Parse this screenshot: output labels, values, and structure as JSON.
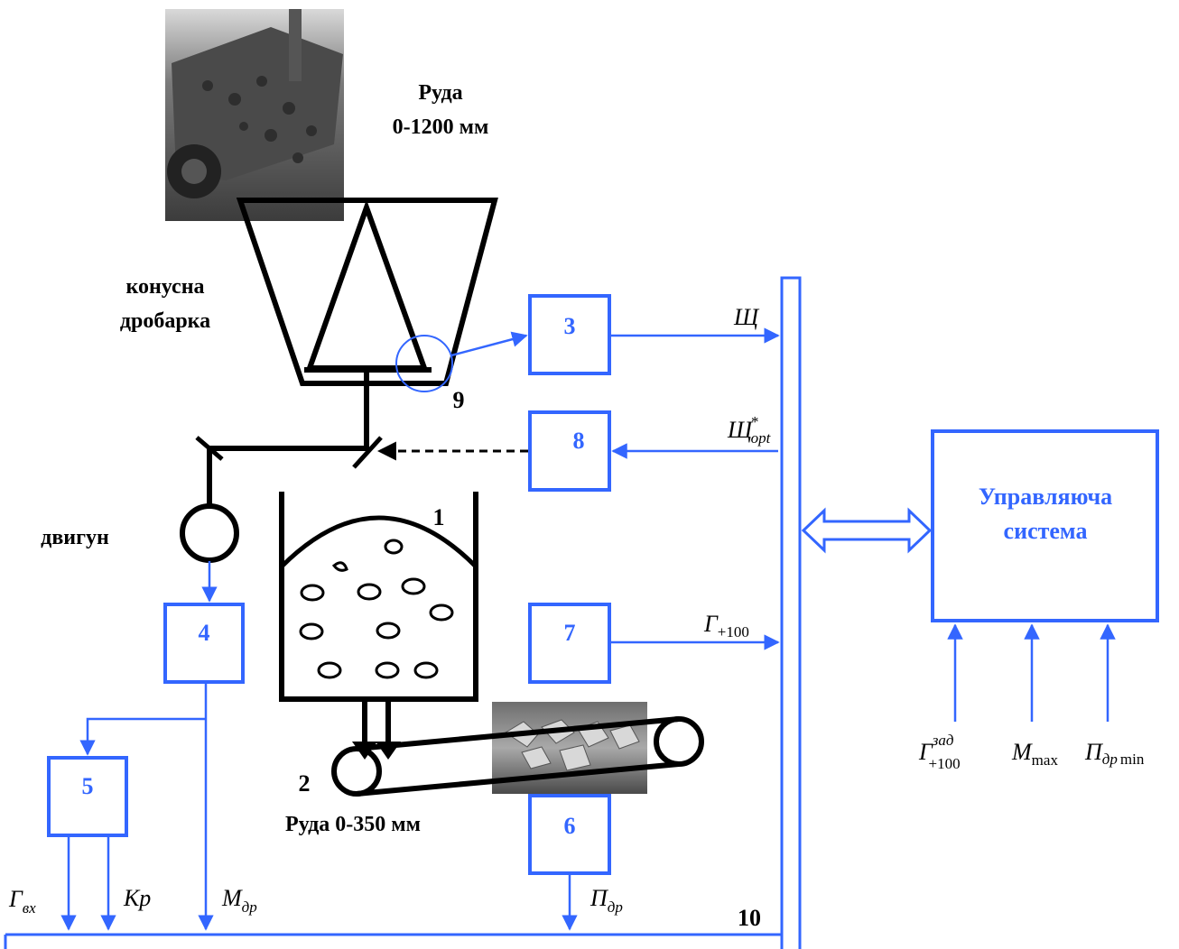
{
  "labels": {
    "ore_in_line1": "Руда",
    "ore_in_line2": "0-1200 мм",
    "crusher_line1": "конусна",
    "crusher_line2": "дробарка",
    "motor": "двигун",
    "ore_out": "Руда 0-350 мм",
    "control_line1": "Управляюча",
    "control_line2": "система",
    "marker_1": "1",
    "marker_2": "2",
    "marker_9": "9",
    "marker_10": "10"
  },
  "blocks": {
    "b3": "3",
    "b4": "4",
    "b5": "5",
    "b6": "6",
    "b7": "7",
    "b8": "8"
  },
  "signals": {
    "gap": {
      "main": "Щ"
    },
    "gap_opt": {
      "main": "Щ",
      "sub": "opt",
      "sup": "*"
    },
    "g100": {
      "main": "Г",
      "sub": "+100"
    },
    "g_in": {
      "main": "Г",
      "sub": "вх"
    },
    "kr": {
      "main": "Кр"
    },
    "m_dr": {
      "main": "М",
      "sub": "др"
    },
    "p_dr": {
      "main": "П",
      "sub": "др"
    },
    "g100_set": {
      "main": "Г",
      "sub": "+100",
      "sup": "зад"
    },
    "m_max": {
      "main": "М",
      "sub": "max"
    },
    "p_min": {
      "main": "П",
      "sub": "др",
      "sub2": "min"
    }
  },
  "colors": {
    "accent": "#3366ff",
    "line": "#000000"
  },
  "photos": [
    "dump-truck-photo",
    "conveyor-ore-photo"
  ]
}
